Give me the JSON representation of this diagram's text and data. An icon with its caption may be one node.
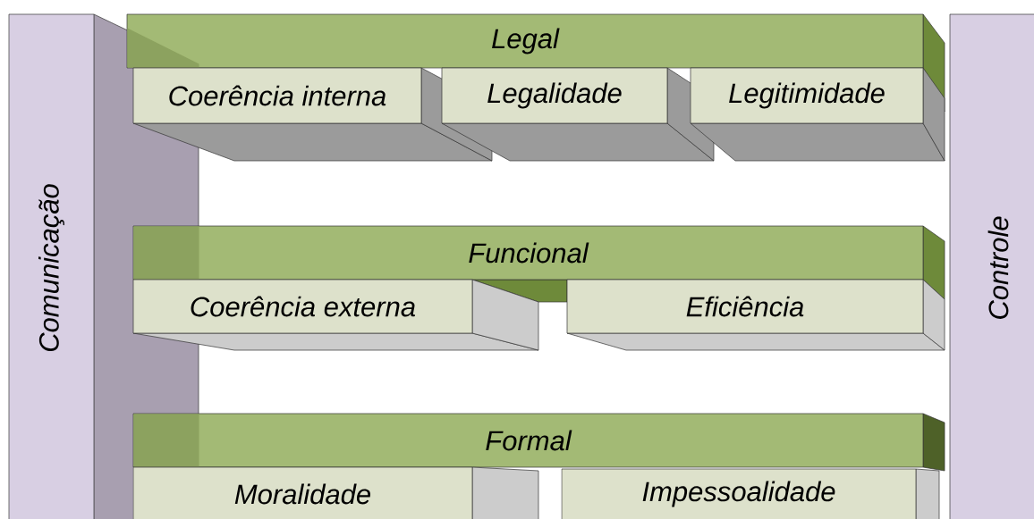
{
  "diagram": {
    "nodes": [
      {
        "text": [
          "Comunicação"
        ]
      },
      {
        "text": [
          "Legal"
        ]
      },
      {
        "text": [
          "Coerência interna"
        ]
      },
      {
        "text": [
          "Legalidade"
        ]
      },
      {
        "text": [
          "Legitimidade"
        ]
      },
      {
        "text": [
          "Funcional"
        ]
      },
      {
        "text": [
          "Coerência externa"
        ]
      },
      {
        "text": [
          "Eficiência"
        ]
      },
      {
        "text": [
          "Formal"
        ]
      },
      {
        "text": [
          "Moralidade"
        ]
      },
      {
        "text": [
          "Impessoalidade"
        ]
      },
      {
        "text": [
          "Controle"
        ]
      }
    ]
  }
}
